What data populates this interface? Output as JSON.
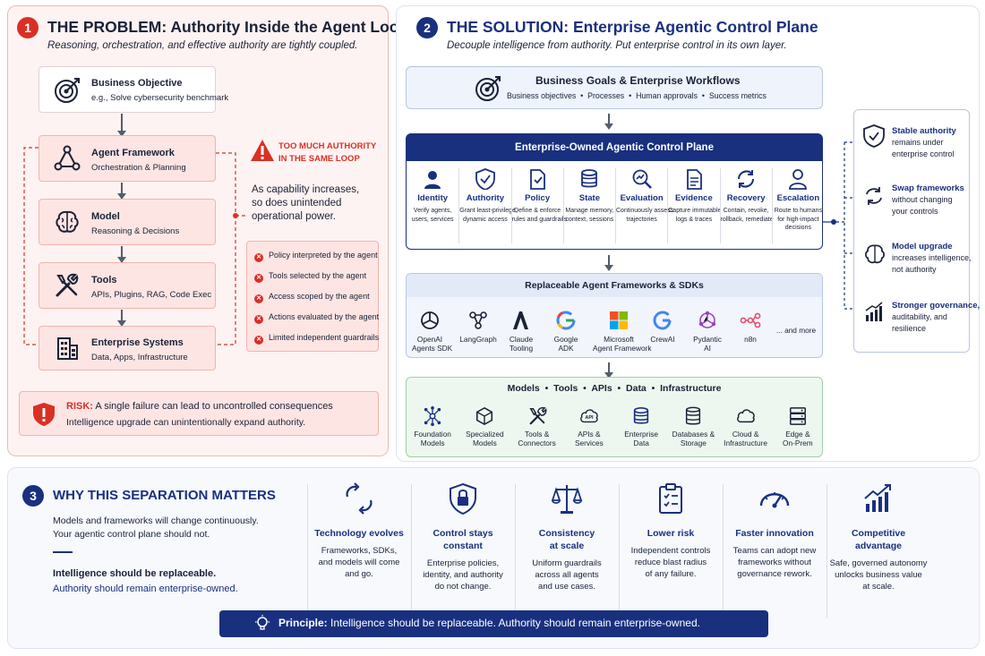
{
  "problem": {
    "number": "1",
    "title_prefix": "THE PROBLEM:",
    "title_rest": "Authority Inside the Agent Loop",
    "subtitle": "Reasoning, orchestration, and effective authority are tightly coupled.",
    "boxes": [
      {
        "title": "Business Objective",
        "sub": "e.g., Solve cybersecurity benchmark",
        "icon": "target-icon"
      },
      {
        "title": "Agent Framework",
        "sub": "Orchestration & Planning",
        "icon": "network-icon"
      },
      {
        "title": "Model",
        "sub": "Reasoning & Decisions",
        "icon": "brain-icon"
      },
      {
        "title": "Tools",
        "sub": "APIs, Plugins, RAG, Code Exec",
        "icon": "tools-icon"
      },
      {
        "title": "Enterprise Systems",
        "sub": "Data, Apps, Infrastructure",
        "icon": "building-icon"
      }
    ],
    "warning_title_1": "TOO MUCH AUTHORITY",
    "warning_title_2": "IN THE SAME LOOP",
    "warning_text_1": "As capability increases,",
    "warning_text_2": "so does unintended",
    "warning_text_3": "operational power.",
    "issues": [
      "Policy interpreted by the agent",
      "Tools selected by the agent",
      "Access scoped by the agent",
      "Actions evaluated by the agent",
      "Limited independent guardrails"
    ],
    "risk_label": "RISK:",
    "risk_text": "A single failure can lead to uncontrolled consequences",
    "risk_sub": "Intelligence upgrade can unintentionally expand authority."
  },
  "solution": {
    "number": "2",
    "title_prefix": "THE SOLUTION:",
    "title_rest": "Enterprise Agentic Control Plane",
    "subtitle": "Decouple intelligence from authority. Put enterprise control in its own layer.",
    "goals_title": "Business Goals & Enterprise Workflows",
    "goals_items": [
      "Business objectives",
      "Processes",
      "Human approvals",
      "Success metrics"
    ],
    "control_plane_title": "Enterprise-Owned Agentic Control Plane",
    "control_cells": [
      {
        "title": "Identity",
        "d1": "Verify agents,",
        "d2": "users, services",
        "d3": "",
        "icon": "person-icon"
      },
      {
        "title": "Authority",
        "d1": "Grant least-privilege,",
        "d2": "dynamic access",
        "d3": "",
        "icon": "shield-icon"
      },
      {
        "title": "Policy",
        "d1": "Define & enforce",
        "d2": "rules and guardrails",
        "d3": "",
        "icon": "policy-doc-icon"
      },
      {
        "title": "State",
        "d1": "Manage memory,",
        "d2": "context, sessions",
        "d3": "",
        "icon": "database-icon"
      },
      {
        "title": "Evaluation",
        "d1": "Continuously assess",
        "d2": "trajectories",
        "d3": "",
        "icon": "magnifier-chart-icon"
      },
      {
        "title": "Evidence",
        "d1": "Capture immutable",
        "d2": "logs & traces",
        "d3": "",
        "icon": "document-icon"
      },
      {
        "title": "Recovery",
        "d1": "Contain, revoke,",
        "d2": "rollback, remediate",
        "d3": "",
        "icon": "refresh-icon"
      },
      {
        "title": "Escalation",
        "d1": "Route to humans",
        "d2": "for high-impact",
        "d3": "decisions",
        "icon": "user-escalate-icon"
      }
    ],
    "frameworks_title": "Replaceable Agent Frameworks & SDKs",
    "frameworks": [
      {
        "l1": "OpenAI",
        "l2": "Agents SDK",
        "icon": "openai-logo-icon"
      },
      {
        "l1": "LangGraph",
        "l2": "",
        "icon": "langgraph-logo-icon"
      },
      {
        "l1": "Claude",
        "l2": "Tooling",
        "icon": "anthropic-logo-icon"
      },
      {
        "l1": "Google",
        "l2": "ADK",
        "icon": "google-logo-icon"
      },
      {
        "l1": "Microsoft",
        "l2": "Agent Framework",
        "icon": "microsoft-logo-icon"
      },
      {
        "l1": "CrewAI",
        "l2": "",
        "icon": "crewai-logo-icon"
      },
      {
        "l1": "Pydantic",
        "l2": "AI",
        "icon": "pydantic-logo-icon"
      },
      {
        "l1": "n8n",
        "l2": "",
        "icon": "n8n-logo-icon"
      },
      {
        "l1": "... and more",
        "l2": "",
        "icon": ""
      }
    ],
    "infra_title_parts": [
      "Models",
      "Tools",
      "APIs",
      "Data",
      "Infrastructure"
    ],
    "infra": [
      {
        "l1": "Foundation",
        "l2": "Models",
        "icon": "hub-icon"
      },
      {
        "l1": "Specialized",
        "l2": "Models",
        "icon": "cube-icon"
      },
      {
        "l1": "Tools &",
        "l2": "Connectors",
        "icon": "wrench-icon"
      },
      {
        "l1": "APIs &",
        "l2": "Services",
        "icon": "api-cloud-icon"
      },
      {
        "l1": "Enterprise",
        "l2": "Data",
        "icon": "database-icon"
      },
      {
        "l1": "Databases &",
        "l2": "Storage",
        "icon": "storage-icon"
      },
      {
        "l1": "Cloud &",
        "l2": "Infrastructure",
        "icon": "cloud-icon"
      },
      {
        "l1": "Edge &",
        "l2": "On-Prem",
        "icon": "server-icon"
      }
    ],
    "api_label": "API",
    "side": [
      {
        "b": "Stable authority",
        "l2": "remains under",
        "l3": "enterprise control",
        "icon": "shield-check-icon"
      },
      {
        "b": "Swap frameworks",
        "l2": "without changing",
        "l3": "your controls",
        "icon": "swap-icon"
      },
      {
        "b": "Model upgrade",
        "l2": "increases intelligence,",
        "l3": "not authority",
        "icon": "brain-icon"
      },
      {
        "b": "Stronger governance,",
        "l2": "auditability, and",
        "l3": "resilience",
        "icon": "bar-chart-icon"
      }
    ]
  },
  "why": {
    "number": "3",
    "title": "WHY THIS SEPARATION MATTERS",
    "text1": "Models and frameworks will change continuously.",
    "text2": "Your agentic control plane should not.",
    "emph1": "Intelligence should be replaceable.",
    "emph2": "Authority should remain enterprise-owned.",
    "cols": [
      {
        "t1": "Technology evolves",
        "t2": "",
        "d1": "Frameworks, SDKs,",
        "d2": "and models will come",
        "d3": "and go.",
        "icon": "cycle-icon"
      },
      {
        "t1": "Control stays",
        "t2": "constant",
        "d1": "Enterprise policies,",
        "d2": "identity, and authority",
        "d3": "do not change.",
        "icon": "lock-shield-icon"
      },
      {
        "t1": "Consistency",
        "t2": "at scale",
        "d1": "Uniform guardrails",
        "d2": "across all agents",
        "d3": "and use cases.",
        "icon": "scales-icon"
      },
      {
        "t1": "Lower risk",
        "t2": "",
        "d1": "Independent controls",
        "d2": "reduce blast radius",
        "d3": "of any failure.",
        "icon": "clipboard-icon"
      },
      {
        "t1": "Faster innovation",
        "t2": "",
        "d1": "Teams can adopt new",
        "d2": "frameworks without",
        "d3": "governance rework.",
        "icon": "speedometer-icon"
      },
      {
        "t1": "Competitive",
        "t2": "advantage",
        "d1": "Safe, governed autonomy",
        "d2": "unlocks business value",
        "d3": "at scale.",
        "icon": "growth-chart-icon"
      }
    ],
    "principle_label": "Principle:",
    "principle_text": "Intelligence should be replaceable. Authority should remain enterprise-owned."
  },
  "colors": {
    "navy": "#19307f",
    "red": "#d93025",
    "green_border": "#9fd0a6",
    "blue_border": "#b7c6e6"
  }
}
